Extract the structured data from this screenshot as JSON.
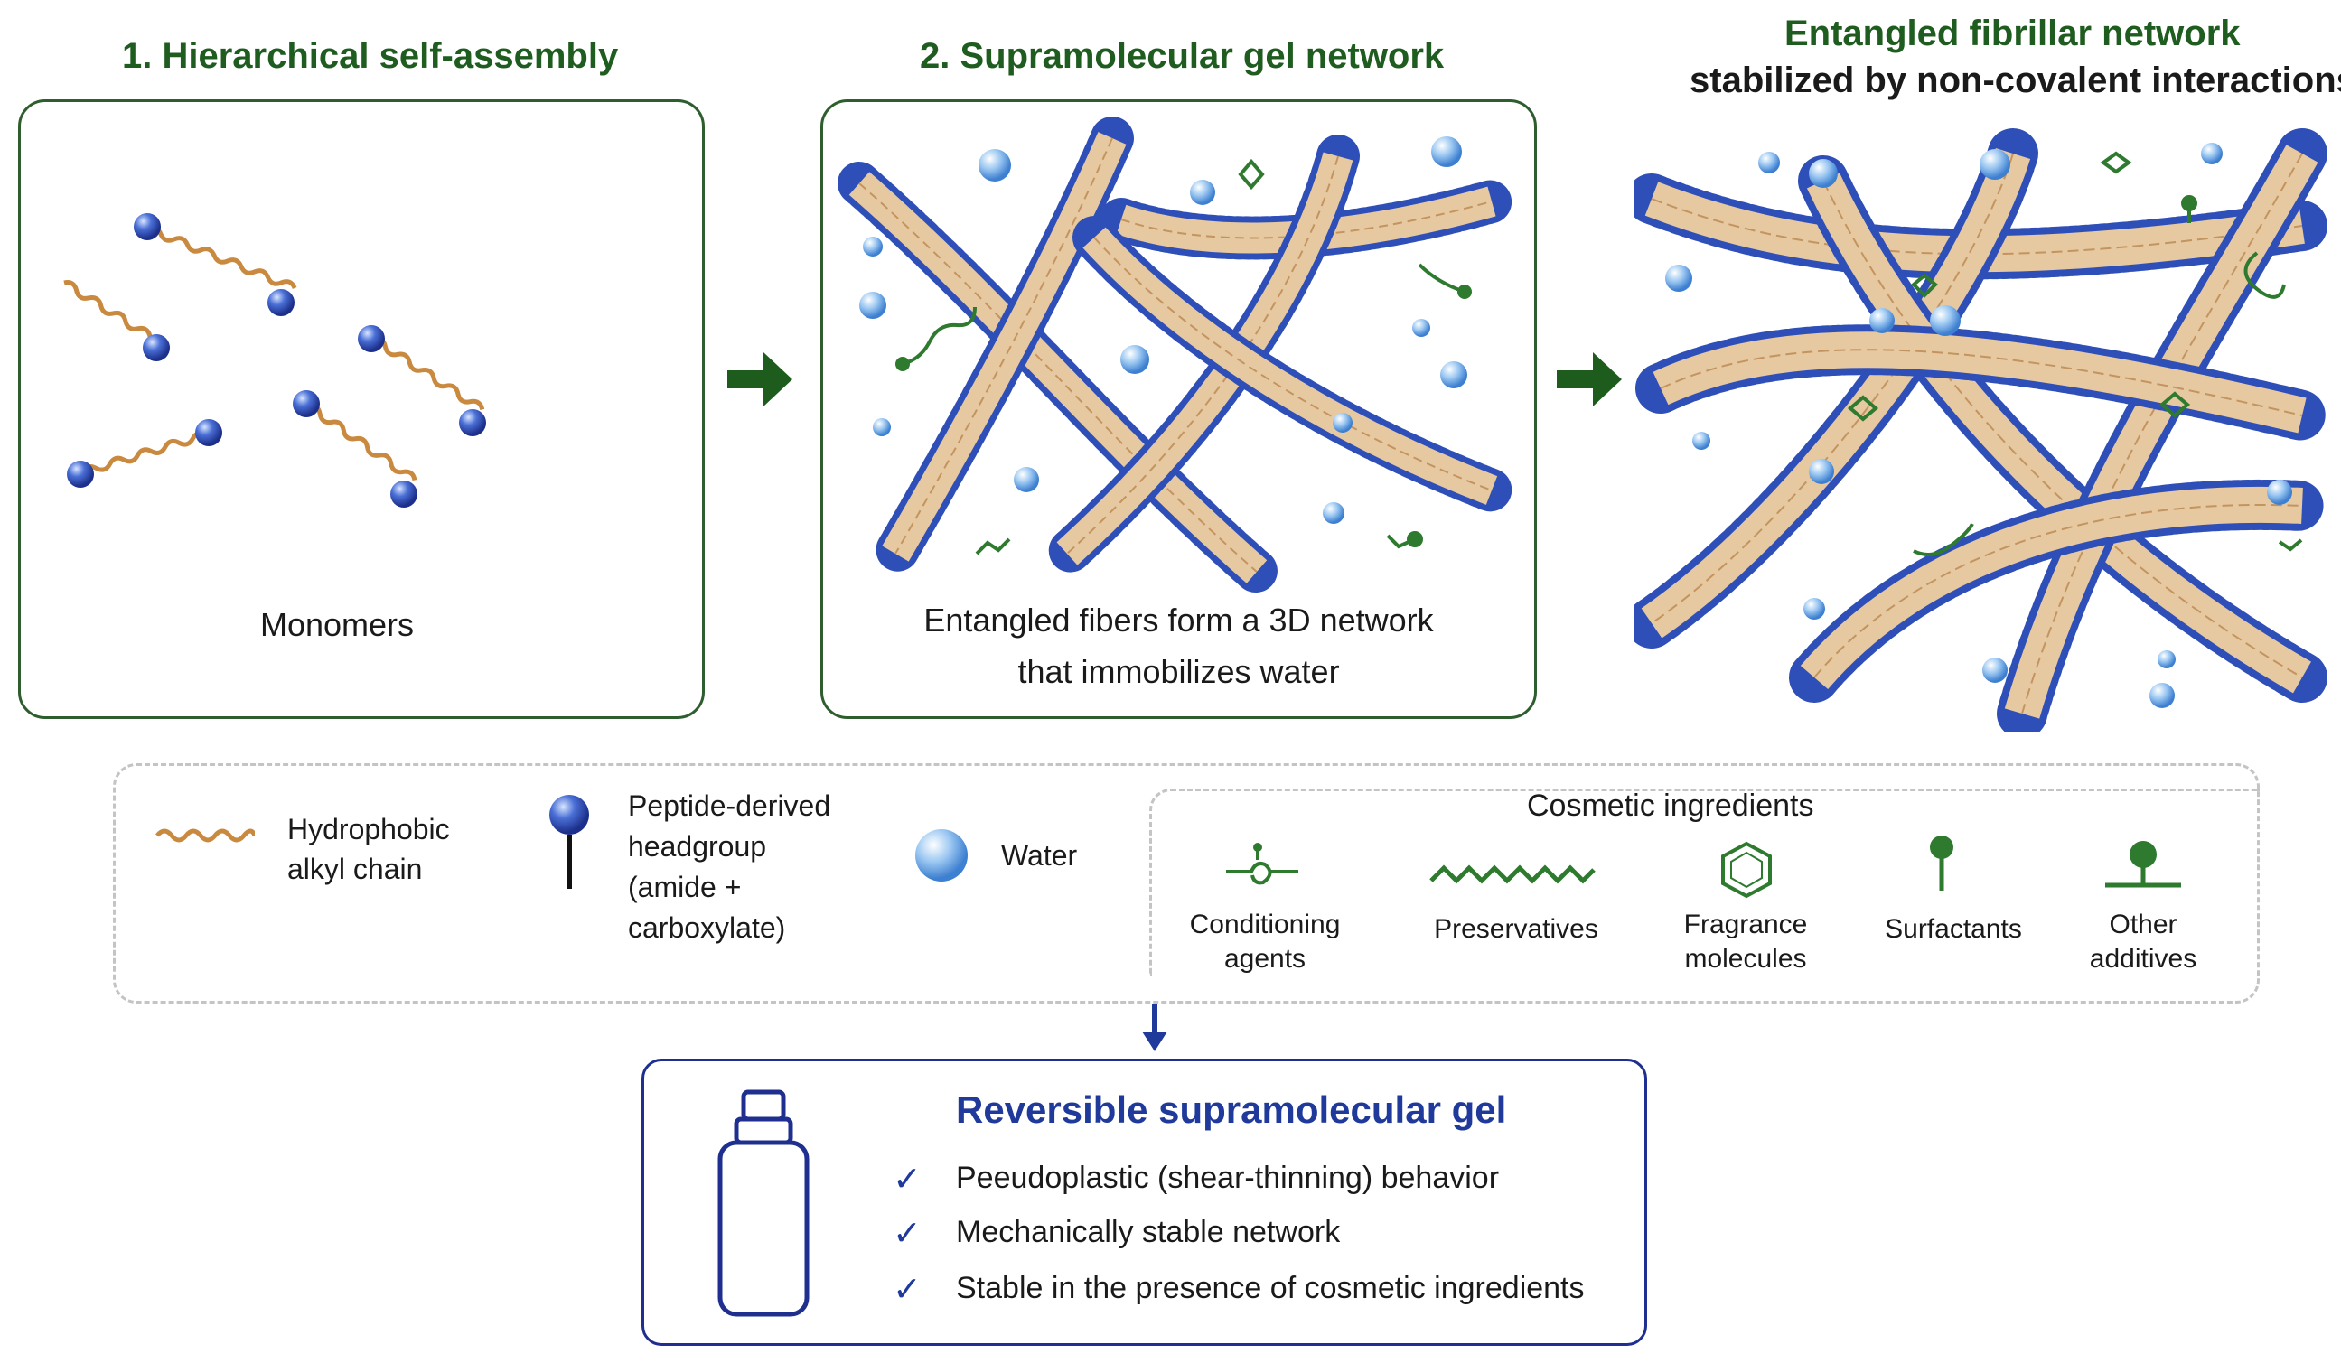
{
  "steps": [
    {
      "title": "1. Hierarchical self-assembly",
      "caption": "Monomers"
    },
    {
      "title": "2. Supramolecular gel network",
      "caption_line1": "Entangled fibers form a 3D network",
      "caption_line2": "that immobilizes water"
    },
    {
      "title_line1": "Entangled fibrillar network",
      "title_line2": "stabilized by non-covalent interactions"
    }
  ],
  "legend": {
    "hydrophobic": {
      "line1": "Hydrophobic",
      "line2": "alkyl chain"
    },
    "headgroup": {
      "line1": "Peptide-derived",
      "line2": "headgroup",
      "line3": "(amide +",
      "line4": "carboxylate)"
    },
    "water": "Water",
    "cosmetic_title": "Cosmetic ingredients",
    "cosmetic_items": [
      {
        "line1": "Conditioning",
        "line2": "agents",
        "icon": "conditioning-agent-icon"
      },
      {
        "line1": "Preservatives",
        "line2": "",
        "icon": "preservative-icon"
      },
      {
        "line1": "Fragrance",
        "line2": "molecules",
        "icon": "fragrance-molecule-icon"
      },
      {
        "line1": "Surfactants",
        "line2": "",
        "icon": "surfactant-icon"
      },
      {
        "line1": "Other",
        "line2": "additives",
        "icon": "other-additive-icon"
      }
    ]
  },
  "result": {
    "title": "Reversible supramolecular gel",
    "properties": [
      "Peeudoplastic (shear-thinning) behavior",
      "Mechanically stable network",
      "Stable in the presence of cosmetic ingredients"
    ]
  },
  "colors": {
    "step_green": "#1f5c1f",
    "arrow_green": "#1e5c1e",
    "result_blue": "#1f3a9a",
    "chain_orange": "#c98a3f",
    "head_blue": "#2f4fb8",
    "fiber_tan": "#e6c9a0"
  }
}
